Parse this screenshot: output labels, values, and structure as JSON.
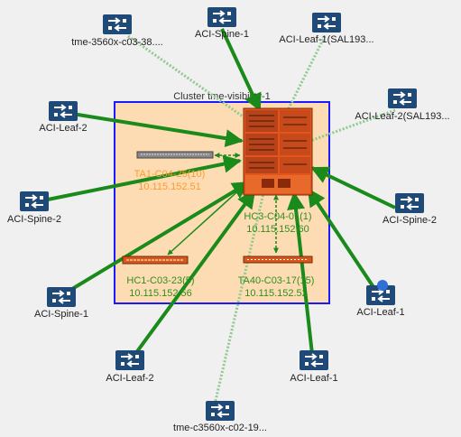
{
  "diagram": {
    "cluster": {
      "label": "Cluster tme-visibility-1"
    },
    "switches": [
      {
        "id": "tme3560c03",
        "label": "tme-3560x-c03-38...."
      },
      {
        "id": "spine1top",
        "label": "ACI-Spine-1"
      },
      {
        "id": "leaf1sal",
        "label": "ACI-Leaf-1(SAL193..."
      },
      {
        "id": "leaf2sal",
        "label": "ACI-Leaf-2(SAL193..."
      },
      {
        "id": "leaf2left",
        "label": "ACI-Leaf-2"
      },
      {
        "id": "spine2left",
        "label": "ACI-Spine-2"
      },
      {
        "id": "spine2right",
        "label": "ACI-Spine-2"
      },
      {
        "id": "spine1left",
        "label": "ACI-Spine-1"
      },
      {
        "id": "leaf1right",
        "label": "ACI-Leaf-1"
      },
      {
        "id": "leaf2bottom",
        "label": "ACI-Leaf-2"
      },
      {
        "id": "leaf1bottom",
        "label": "ACI-Leaf-1"
      },
      {
        "id": "tme3560c02",
        "label": "tme-c3560x-c02-19..."
      }
    ],
    "devices": [
      {
        "id": "ta1",
        "name": "TA1-C04-25(10)",
        "ip": "10.115.152.51",
        "color": "#ff9a2a"
      },
      {
        "id": "hc3",
        "name": "HC3-C04-01(1)",
        "ip": "10.115.152.60",
        "color": "#2f8f1f"
      },
      {
        "id": "hc1",
        "name": "HC1-C03-23(5)",
        "ip": "10.115.152.56",
        "color": "#2f8f1f"
      },
      {
        "id": "ta40",
        "name": "TA40-C03-17(15)",
        "ip": "10.115.152.52",
        "color": "#2f8f1f"
      }
    ]
  },
  "colors": {
    "link": "#1a8a1a",
    "link_light": "#8fc98f",
    "cluster_fill": "#fddcb4",
    "cluster_border": "#1a1aff",
    "switch_icon": "#1f4a78",
    "status_dot": "#2f6fd6"
  }
}
